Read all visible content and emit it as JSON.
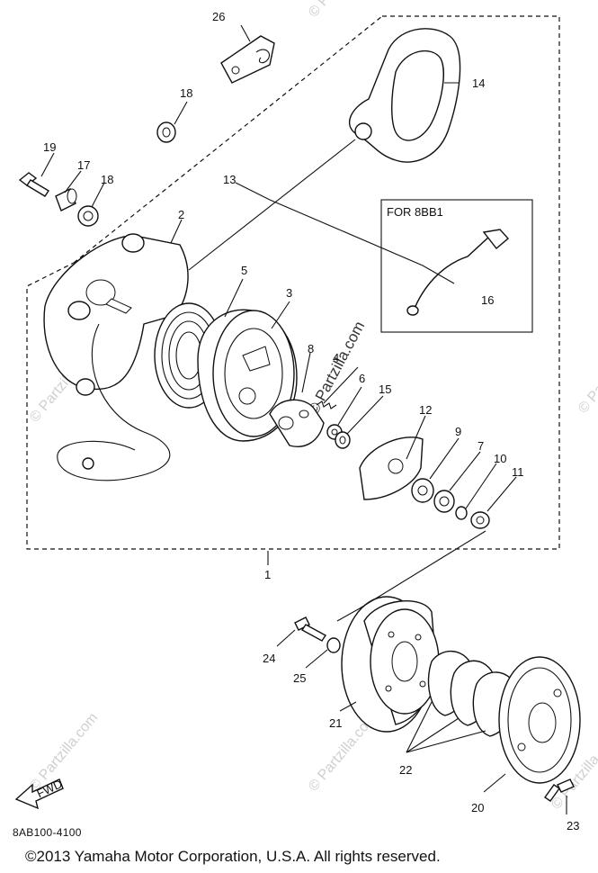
{
  "callouts": [
    {
      "id": "1",
      "label": "1"
    },
    {
      "id": "2",
      "label": "2"
    },
    {
      "id": "3",
      "label": "3"
    },
    {
      "id": "4",
      "label": "4"
    },
    {
      "id": "5",
      "label": "5"
    },
    {
      "id": "6",
      "label": "6"
    },
    {
      "id": "7",
      "label": "7"
    },
    {
      "id": "8",
      "label": "8"
    },
    {
      "id": "9",
      "label": "9"
    },
    {
      "id": "10",
      "label": "10"
    },
    {
      "id": "11",
      "label": "11"
    },
    {
      "id": "12",
      "label": "12"
    },
    {
      "id": "13",
      "label": "13"
    },
    {
      "id": "14",
      "label": "14"
    },
    {
      "id": "15",
      "label": "15"
    },
    {
      "id": "16",
      "label": "16"
    },
    {
      "id": "17",
      "label": "17"
    },
    {
      "id": "18a",
      "label": "18"
    },
    {
      "id": "18b",
      "label": "18"
    },
    {
      "id": "19",
      "label": "19"
    },
    {
      "id": "20",
      "label": "20"
    },
    {
      "id": "21",
      "label": "21"
    },
    {
      "id": "22",
      "label": "22"
    },
    {
      "id": "23",
      "label": "23"
    },
    {
      "id": "24",
      "label": "24"
    },
    {
      "id": "25",
      "label": "25"
    },
    {
      "id": "26",
      "label": "26"
    }
  ],
  "variant_box_label": "FOR 8BB1",
  "fwd_label": "FWD",
  "drawing_ref": "8AB100-4100",
  "copyright": "©2013  Yamaha Motor Corporation, U.S.A. All rights reserved.",
  "watermark": "© Partzilla.com"
}
